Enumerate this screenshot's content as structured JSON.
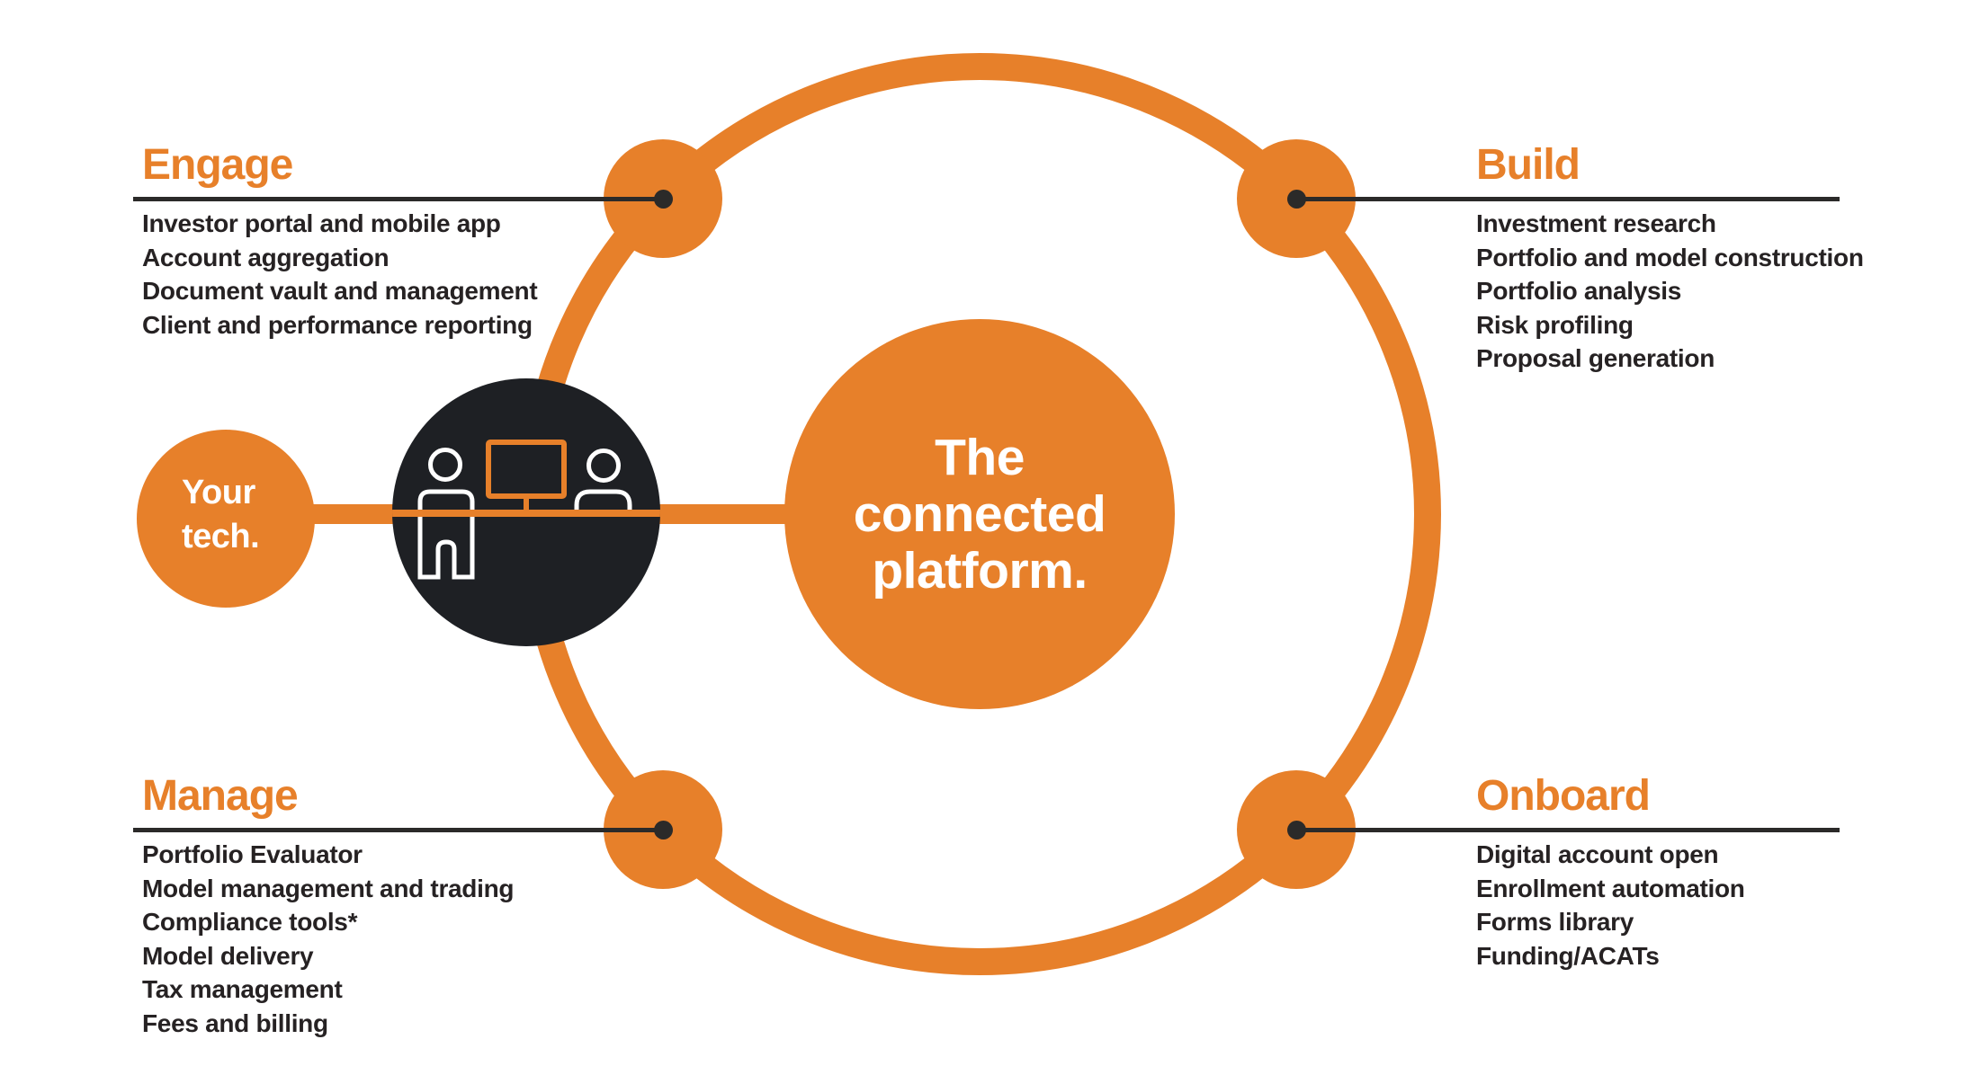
{
  "colors": {
    "orange": "#E7802A",
    "dark_circle": "#1E2024",
    "rule_line": "#2B2A29",
    "list_text": "#262223",
    "background": "#FFFFFF",
    "icon_stroke": "#FFFFFF"
  },
  "center_circle": {
    "title_lines": [
      "The",
      "connected",
      "platform."
    ]
  },
  "your_tech_circle": {
    "label_lines": [
      "Your",
      "tech."
    ]
  },
  "icons": {
    "people_at_desk_icon": "two-people-at-desk-with-monitor"
  },
  "sections": [
    {
      "id": "engage",
      "title": "Engage",
      "position": "top-left",
      "items": [
        "Investor portal and mobile app",
        "Account aggregation",
        "Document vault and management",
        "Client and performance reporting"
      ]
    },
    {
      "id": "build",
      "title": "Build",
      "position": "top-right",
      "items": [
        "Investment research",
        "Portfolio and model construction",
        "Portfolio analysis",
        "Risk profiling",
        "Proposal generation"
      ]
    },
    {
      "id": "manage",
      "title": "Manage",
      "position": "bottom-left",
      "items": [
        "Portfolio Evaluator",
        "Model management and trading",
        "Compliance tools*",
        "Model delivery",
        "Tax management",
        "Fees and billing"
      ]
    },
    {
      "id": "onboard",
      "title": "Onboard",
      "position": "bottom-right",
      "items": [
        "Digital account open",
        "Enrollment automation",
        "Forms library",
        "Funding/ACATs"
      ]
    }
  ]
}
